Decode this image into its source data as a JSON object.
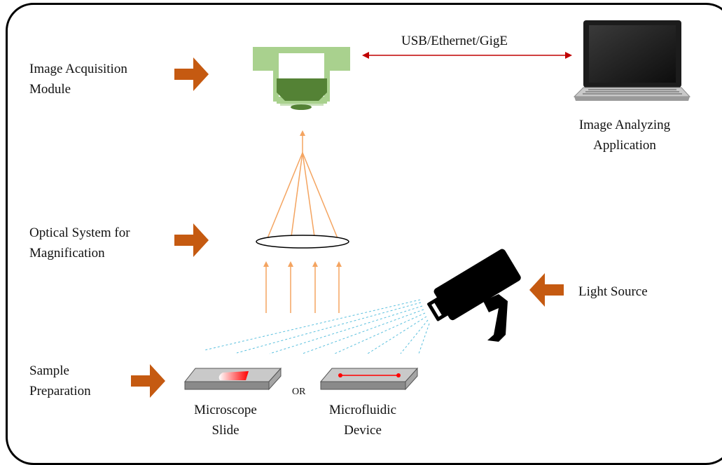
{
  "labels": {
    "image_acquisition": [
      "Image Acquisition",
      "Module"
    ],
    "optical_system": [
      "Optical System for",
      "Magnification"
    ],
    "sample_preparation": [
      "Sample",
      "Preparation"
    ],
    "light_source": "Light Source",
    "image_analyzing": [
      "Image Analyzing",
      "Application"
    ],
    "connection": "USB/Ethernet/GigE",
    "or": "OR",
    "microscope_slide": [
      "Microscope",
      "Slide"
    ],
    "microfluidic_device": [
      "Microfluidic",
      "Device"
    ]
  },
  "colors": {
    "arrow_block": "#c55a11",
    "light_ray": "#f4a460",
    "camera_light_green": "#a9d18e",
    "camera_dark_green": "#548235",
    "connection_line": "#c00000",
    "light_dashes": "#5bc0de",
    "sample_red": "#ff0000"
  }
}
